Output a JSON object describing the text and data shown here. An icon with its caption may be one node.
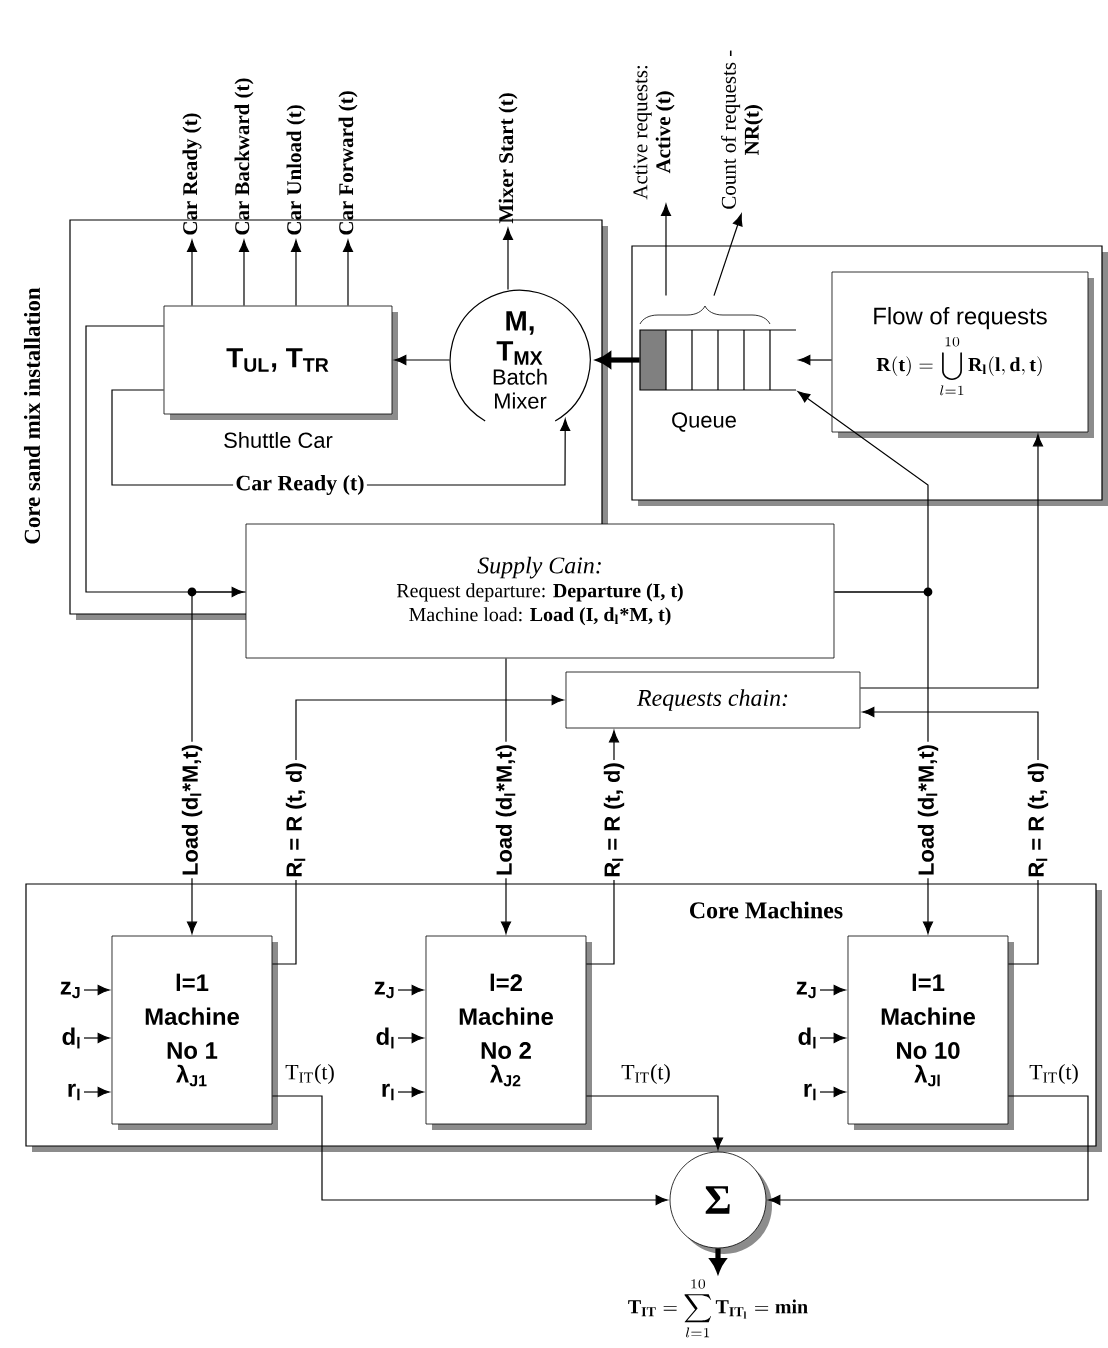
{
  "diagram": {
    "nodes": [
      {
        "text": [
          "Car Ready (t)"
        ]
      },
      {
        "text": [
          "Car Backward (t)"
        ]
      },
      {
        "text": [
          "Car Unload (t)"
        ]
      },
      {
        "text": [
          "Car Forward (t)"
        ]
      },
      {
        "text": [
          "Mixer Start (t)"
        ]
      },
      {
        "text": [
          "Active requests:",
          "Active (t)"
        ]
      },
      {
        "text": [
          "Count of requests -",
          "NR(t)"
        ]
      },
      {
        "text": [
          "Core sand mix installation"
        ]
      },
      {
        "text": [
          "T$_{UL}$, T$_{TR}$"
        ],
        "beside": [
          "Shuttle Car"
        ],
        "in": 7
      },
      {
        "text": [
          "M, T$_{MX}$",
          "Batch Mixer"
        ],
        "in": 7
      },
      {
        "text": [],
        "shape": "box"
      },
      {
        "text": [
          "Queue"
        ],
        "in": 10
      },
      {
        "text": [
          "Flow of requests",
          "\\mathbf{R(t)} = \\bigcup_{l=1}^{10} \\mathbf{R_{l}(l, d, t)}"
        ],
        "in": 10
      },
      {
        "text": [
          "Supply Cain:",
          "Request departure: **Departure (I, t)**",
          "Machine load: **Load (I, d$_{l}$*M, t)**"
        ]
      },
      {
        "text": [
          "Requests chain:"
        ]
      },
      {
        "text": [
          "Core Machines"
        ]
      },
      {
        "text": [
          "l=1",
          "Machine No 1",
          "λ$_{J1}$"
        ],
        "in": 15
      },
      {
        "text": [
          "l=2",
          "Machine No 2",
          "λ$_{J2}$"
        ],
        "in": 15
      },
      {
        "text": [
          "l=1",
          "Machine No 10",
          "λ$_{Jl}$"
        ],
        "in": 15
      },
      {
        "text": [
          "z$_{J}$"
        ],
        "in": 15
      },
      {
        "text": [
          "d$_{l}$"
        ],
        "in": 15
      },
      {
        "text": [
          "r$_{l}$"
        ],
        "in": 15
      },
      {
        "text": [
          "z$_{J}$"
        ],
        "in": 15
      },
      {
        "text": [
          "d$_{l}$"
        ],
        "in": 15
      },
      {
        "text": [
          "r$_{l}$"
        ],
        "in": 15
      },
      {
        "text": [
          "z$_{J}$"
        ],
        "in": 15
      },
      {
        "text": [
          "d$_{l}$"
        ],
        "in": 15
      },
      {
        "text": [
          "r$_{l}$"
        ],
        "in": 15
      },
      {
        "text": [
          "Σ"
        ]
      },
      {
        "text": [
          "\\mathbf{T_{IT}} = \\sum_{l=1}^{10} \\mathbf{T_{IT_{l}}} = \\mathbf{min}"
        ]
      }
    ],
    "edges": [
      {
        "from": 8,
        "to": 0,
        "arrow": "to"
      },
      {
        "from": 8,
        "to": 1,
        "arrow": "to"
      },
      {
        "from": 8,
        "to": 2,
        "arrow": "to"
      },
      {
        "from": 8,
        "to": 3,
        "arrow": "to"
      },
      {
        "from": 9,
        "to": 4,
        "arrow": "to"
      },
      {
        "from": 11,
        "to": 5,
        "arrow": "to"
      },
      {
        "from": 11,
        "to": 6,
        "arrow": "to"
      },
      {
        "from": 9,
        "to": 8,
        "arrow": "to"
      },
      {
        "from": 11,
        "to": 9,
        "arrow": "to",
        "style": "thick"
      },
      {
        "from": 12,
        "to": 11,
        "arrow": "to"
      },
      {
        "from": 8,
        "to": 13,
        "arrow": "to"
      },
      {
        "from": 8,
        "to": 9,
        "arrow": "to",
        "label": "Car Ready (t)"
      },
      {
        "from": 13,
        "to": 11,
        "arrow": "to"
      },
      {
        "from": 13,
        "to": 16,
        "arrow": "to",
        "label": "Load (d$_{l}$*M,t)"
      },
      {
        "from": 13,
        "to": 17,
        "arrow": "to",
        "label": "Load (d$_{l}$*M,t)"
      },
      {
        "from": 13,
        "to": 18,
        "arrow": "to",
        "label": "Load (d$_{l}$*M,t)"
      },
      {
        "from": 16,
        "to": 14,
        "arrow": "to",
        "label": "R$_{l}$ = R (t, d)"
      },
      {
        "from": 17,
        "to": 14,
        "arrow": "to",
        "label": "R$_{l}$ = R (t, d)"
      },
      {
        "from": 18,
        "to": 14,
        "arrow": "to",
        "label": "R$_{l}$ = R (t, d)"
      },
      {
        "from": 14,
        "to": 12,
        "arrow": "to"
      },
      {
        "from": 19,
        "to": 16,
        "arrow": "to"
      },
      {
        "from": 20,
        "to": 16,
        "arrow": "to"
      },
      {
        "from": 21,
        "to": 16,
        "arrow": "to"
      },
      {
        "from": 22,
        "to": 17,
        "arrow": "to"
      },
      {
        "from": 23,
        "to": 17,
        "arrow": "to"
      },
      {
        "from": 24,
        "to": 17,
        "arrow": "to"
      },
      {
        "from": 25,
        "to": 18,
        "arrow": "to"
      },
      {
        "from": 26,
        "to": 18,
        "arrow": "to"
      },
      {
        "from": 27,
        "to": 18,
        "arrow": "to"
      },
      {
        "from": 16,
        "to": 28,
        "arrow": "to",
        "label": "T$_{IT}$(t)"
      },
      {
        "from": 17,
        "to": 28,
        "arrow": "to",
        "label": "T$_{IT}$(t)"
      },
      {
        "from": 18,
        "to": 28,
        "arrow": "to",
        "label": "T$_{IT}$(t)"
      },
      {
        "from": 28,
        "to": 29,
        "arrow": "to",
        "style": "thick"
      }
    ]
  }
}
